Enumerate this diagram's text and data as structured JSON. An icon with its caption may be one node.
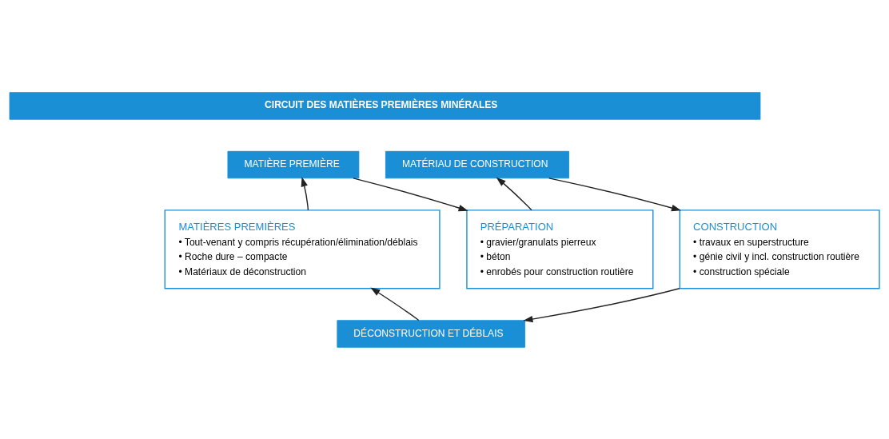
{
  "diagram": {
    "nodes": [
      {
        "text": [
          "CIRCUIT DES MATIÈRES PREMIÈRES MINÉRALES"
        ]
      },
      {
        "text": [
          "MATIÈRE PREMIÈRE"
        ]
      },
      {
        "text": [
          "MATÉRIAU DE CONSTRUCTION"
        ]
      },
      {
        "text": [
          "MATIÈRES PREMIÈRES",
          "• Tout-venant y compris récupération/élimination/déblais",
          "• Roche dure – compacte",
          "• Matériaux de déconstruction"
        ]
      },
      {
        "text": [
          "PRÉPARATION",
          "• gravier/granulats pierreux",
          "• béton",
          "• enrobés pour construction routière"
        ]
      },
      {
        "text": [
          "CONSTRUCTION",
          "• travaux en superstructure",
          "• génie civil y incl. construction routière",
          "• construction spéciale"
        ]
      },
      {
        "text": [
          "DÉCONSTRUCTION ET DÉBLAIS"
        ]
      }
    ],
    "edges": [
      {
        "from": 3,
        "to": 1,
        "arrow": "to"
      },
      {
        "from": 1,
        "to": 4,
        "arrow": "to"
      },
      {
        "from": 4,
        "to": 2,
        "arrow": "to"
      },
      {
        "from": 2,
        "to": 5,
        "arrow": "to"
      },
      {
        "from": 5,
        "to": 6,
        "arrow": "to"
      },
      {
        "from": 6,
        "to": 3,
        "arrow": "to"
      }
    ]
  }
}
